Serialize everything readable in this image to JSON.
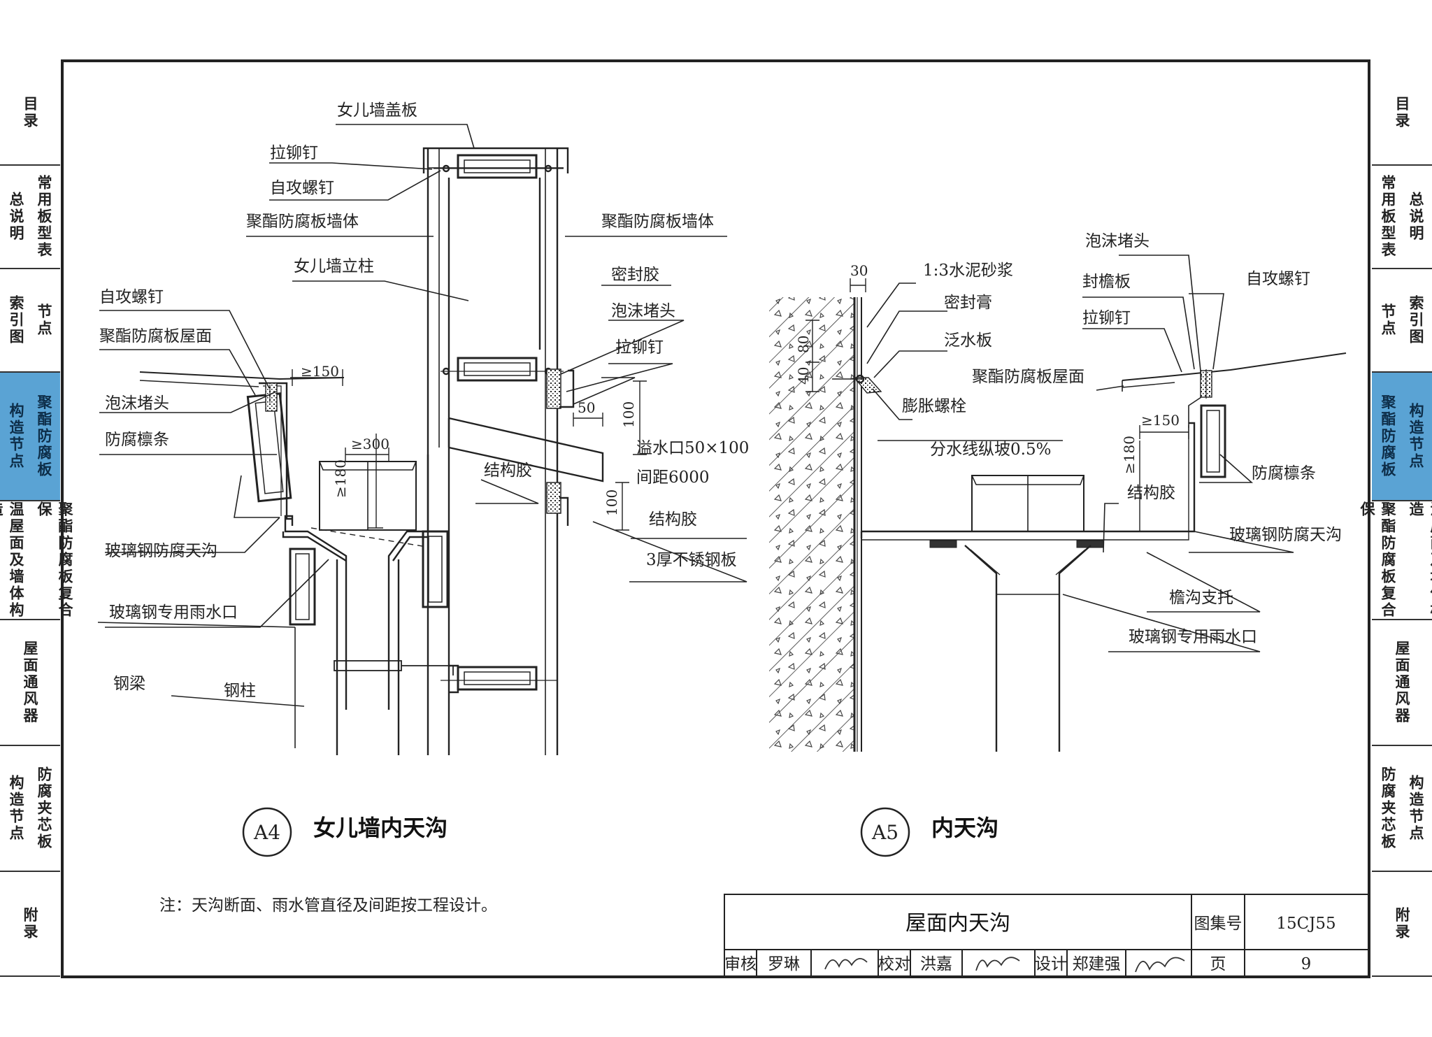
{
  "left_tabs": [
    {
      "cols": [
        "目录"
      ]
    },
    {
      "cols": [
        "总说明",
        "常用板型表"
      ]
    },
    {
      "cols": [
        "索引图",
        "节点"
      ]
    },
    {
      "cols": [
        "构造节点",
        "聚酯防腐板"
      ],
      "active": true
    },
    {
      "cols": [
        "温屋面及墙体构造",
        "聚酯防腐板复合保"
      ]
    },
    {
      "cols": [
        "屋面通风器"
      ]
    },
    {
      "cols": [
        "构造节点",
        "防腐夹芯板"
      ]
    },
    {
      "cols": [
        "附录"
      ]
    }
  ],
  "right_tabs": [
    {
      "cols": [
        "目录"
      ]
    },
    {
      "cols": [
        "常用板型表",
        "总说明"
      ]
    },
    {
      "cols": [
        "节点",
        "索引图"
      ]
    },
    {
      "cols": [
        "聚酯防腐板",
        "构造节点"
      ],
      "active": true
    },
    {
      "cols": [
        "聚酯防腐板复合保",
        "温屋面及墙体构造"
      ]
    },
    {
      "cols": [
        "屋面通风器"
      ]
    },
    {
      "cols": [
        "防腐夹芯板",
        "构造节点"
      ]
    },
    {
      "cols": [
        "附录"
      ]
    }
  ],
  "a4": {
    "labels": {
      "cap": "女儿墙盖板",
      "rivet_top": "拉铆钉",
      "screw_top": "自攻螺钉",
      "wall_left": "聚酯防腐板墙体",
      "wall_right": "聚酯防腐板墙体",
      "post": "女儿墙立柱",
      "screw_left": "自攻螺钉",
      "roof": "聚酯防腐板屋面",
      "sealant": "密封胶",
      "foam_right": "泡沫堵头",
      "rivet_right": "拉铆钉",
      "foam_left": "泡沫堵头",
      "purlin": "防腐檩条",
      "overflow": "溢水口50×100",
      "spacing": "间距6000",
      "glue_mid": "结构胶",
      "glue_right": "结构胶",
      "steel_plate": "3厚不锈钢板",
      "frp_gutter": "玻璃钢防腐天沟",
      "frp_outlet": "玻璃钢专用雨水口",
      "beam": "钢梁",
      "column": "钢柱"
    },
    "dims": {
      "d150": "≥150",
      "d300": "≥300",
      "d180": "≥180",
      "d50": "50",
      "d100a": "100",
      "d100b": "100"
    },
    "badge": "A4",
    "title": "女儿墙内天沟"
  },
  "a5": {
    "labels": {
      "mortar": "1:3水泥砂浆",
      "sealant": "密封膏",
      "flashing": "泛水板",
      "foam": "泡沫堵头",
      "eave": "封檐板",
      "screw": "自攻螺钉",
      "rivet": "拉铆钉",
      "roof": "聚酯防腐板屋面",
      "bolt": "膨胀螺栓",
      "slope": "分水线纵坡0.5%",
      "glue": "结构胶",
      "purlin": "防腐檩条",
      "frp_gutter": "玻璃钢防腐天沟",
      "support": "檐沟支托",
      "frp_outlet": "玻璃钢专用雨水口"
    },
    "dims": {
      "d30": "30",
      "d80": "80",
      "d40": "40",
      "d150": "≥150",
      "d180": "≥180"
    },
    "badge": "A5",
    "title": "内天沟"
  },
  "note": "注：天沟断面、雨水管直径及间距按工程设计。",
  "title_block": {
    "drawing_title": "屋面内天沟",
    "atlas_label": "图集号",
    "atlas_no": "15CJ55",
    "review_label": "审核",
    "reviewer": "罗琳",
    "check_label": "校对",
    "checker": "洪嘉",
    "design_label": "设计",
    "designer": "郑建强",
    "page_label": "页",
    "page_no": "9"
  }
}
